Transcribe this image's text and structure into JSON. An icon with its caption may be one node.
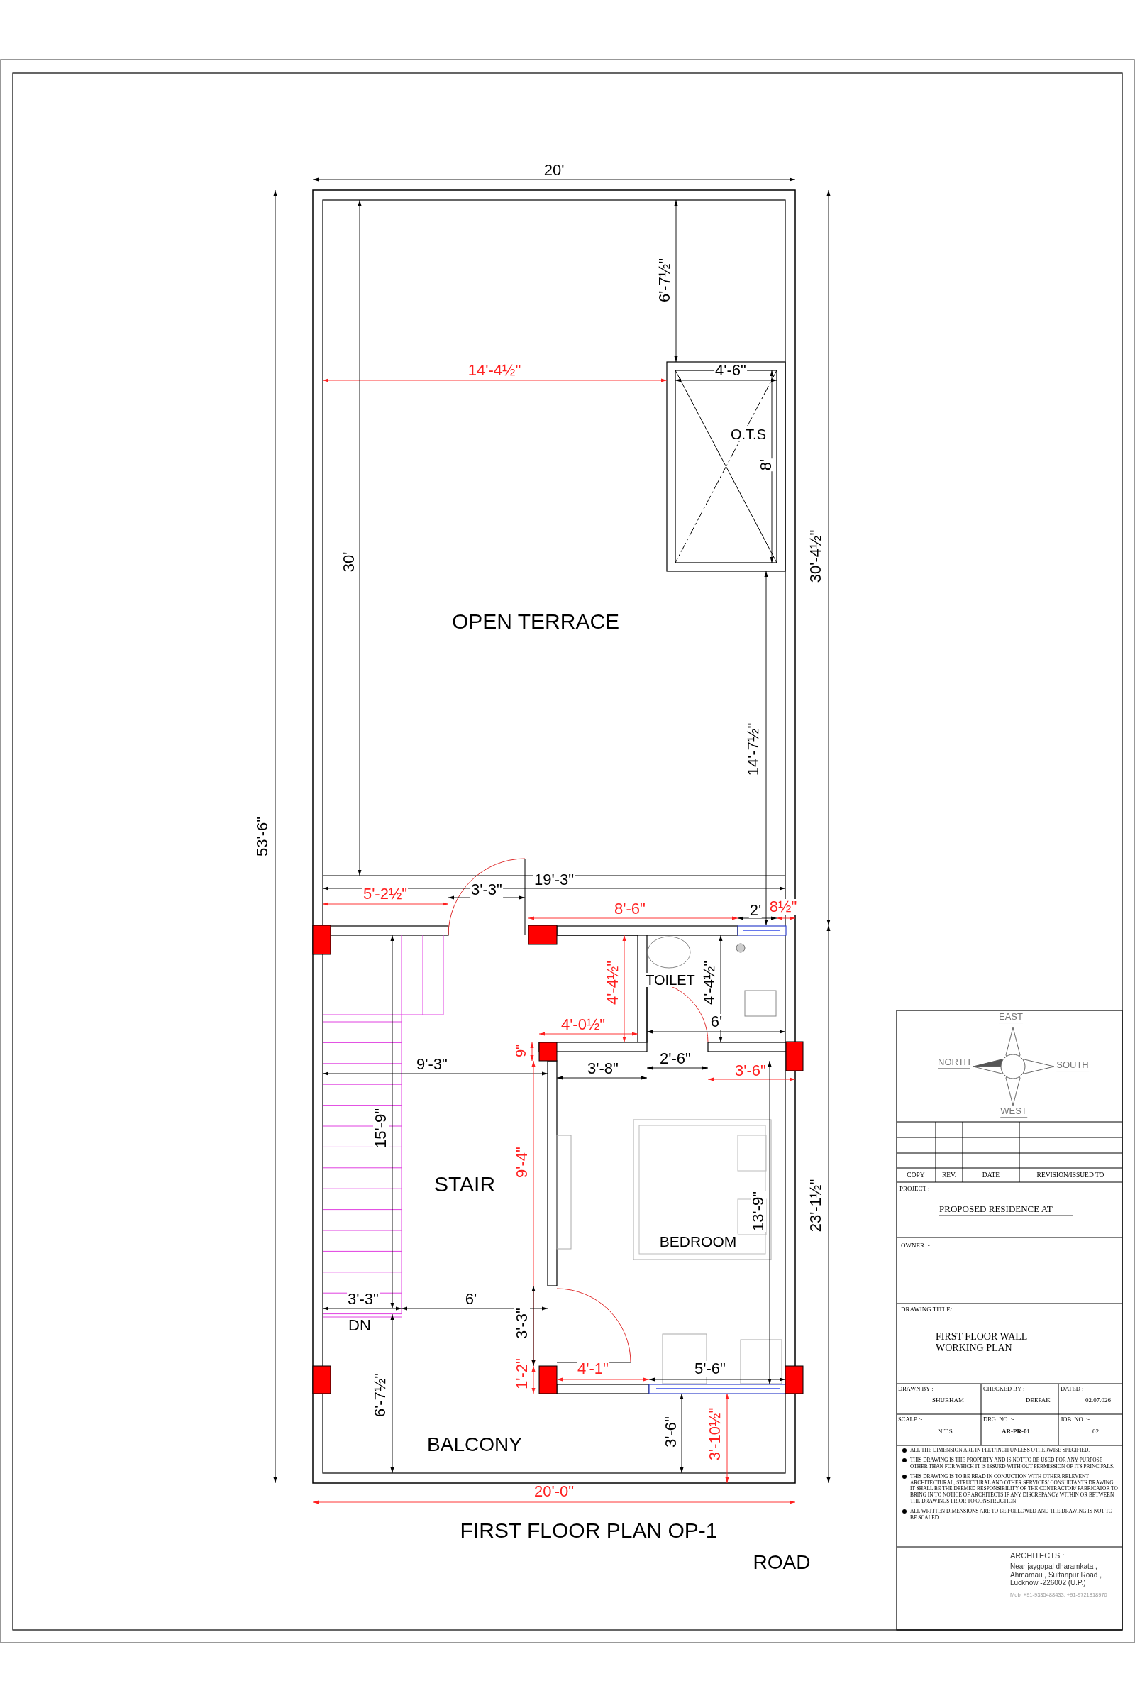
{
  "diagram": {
    "labels": [
      "20'",
      "6'-7½\"",
      "14'-4½\"",
      "4'-6\"",
      "O.T.S",
      "8'",
      "30'",
      "30'-4½\"",
      "OPEN TERRACE",
      "14'-7½\"",
      "53'-6\"",
      "19'-3\"",
      "5'-2½\"",
      "3'-3\"",
      "8'-6\"",
      "2'",
      "8½\"",
      "4'-4½\"",
      "TOILET",
      "4'-4½\"",
      "4'-0½\"",
      "6'",
      "9\"",
      "9'-3\"",
      "3'-8\"",
      "2'-6\"",
      "3'-6\"",
      "15'-9\"",
      "STAIR",
      "9'-4\"",
      "13'-9\"",
      "23'-1½\"",
      "BEDROOM",
      "3'-3\"",
      "6'",
      "DN",
      "3'-3\"",
      "1'-2\"",
      "4'-1\"",
      "5'-6\"",
      "6'-7½\"",
      "BALCONY",
      "3'-6\"",
      "3'-10½\"",
      "20'-0\"",
      "FIRST FLOOR PLAN OP-1",
      "ROAD",
      "EAST",
      "NORTH",
      "SOUTH",
      "WEST",
      "COPY",
      "REV.",
      "DATE",
      "REVISION/ISSUED TO",
      "PROJECT :-",
      "PROPOSED RESIDENCE AT",
      "OWNER :-",
      "DRAWING TITLE:",
      "FIRST FLOOR WALL WORKING PLAN",
      "DRAWN BY :-",
      "SHUBHAM",
      "CHECKED BY :-",
      "DEEPAK",
      "DATED :-",
      "02.07.026",
      "SCALE :-",
      "N.T.S.",
      "DRG. NO. :-",
      "AR-PR-01",
      "JOB. NO. :-",
      "02",
      "ALL THE DIMENSION ARE IN FEET/INCH UNLESS OTHERWISE SPECIFIED.",
      "THIS DRAWING IS THE PROPERTY AND IS NOT TO BE USED FOR ANY PURPOSE OTHER THAN FOR WHICH IT IS ISSUED WITH OUT PERMISSION OF ITS PRINCIPALS.",
      "THIS DRAWING IS TO BE READ IN CONJUCTION WITH OTHER RELEVENT ARCHITECTURAL, STRUCTURAL AND OTHER SERVICES/ CONSULTANTS DRAWING. IT SHALL BE THE DEEMED RESPONSIBILITY OF THE CONTRACTOR/ FABRICATOR TO BRING IN TO NOTICE OF ARCHITECTS IF ANY DISCREPANCY WITHIN OR BETWEEN THE DRAWINGS PRIOR TO CONSTRUCTION.",
      "ALL WRITTEN DIMENSIONS ARE TO BE FOLLOWED AND THE DRAWING IS NOT TO BE SCALED.",
      "ARCHITECTS :",
      "Near jaygopal dharamkata , Ahmamau , Sultanpur Road , Lucknow -226002 (U.P.)",
      "Mob: +91-9335488433, +91-9721818970"
    ]
  }
}
